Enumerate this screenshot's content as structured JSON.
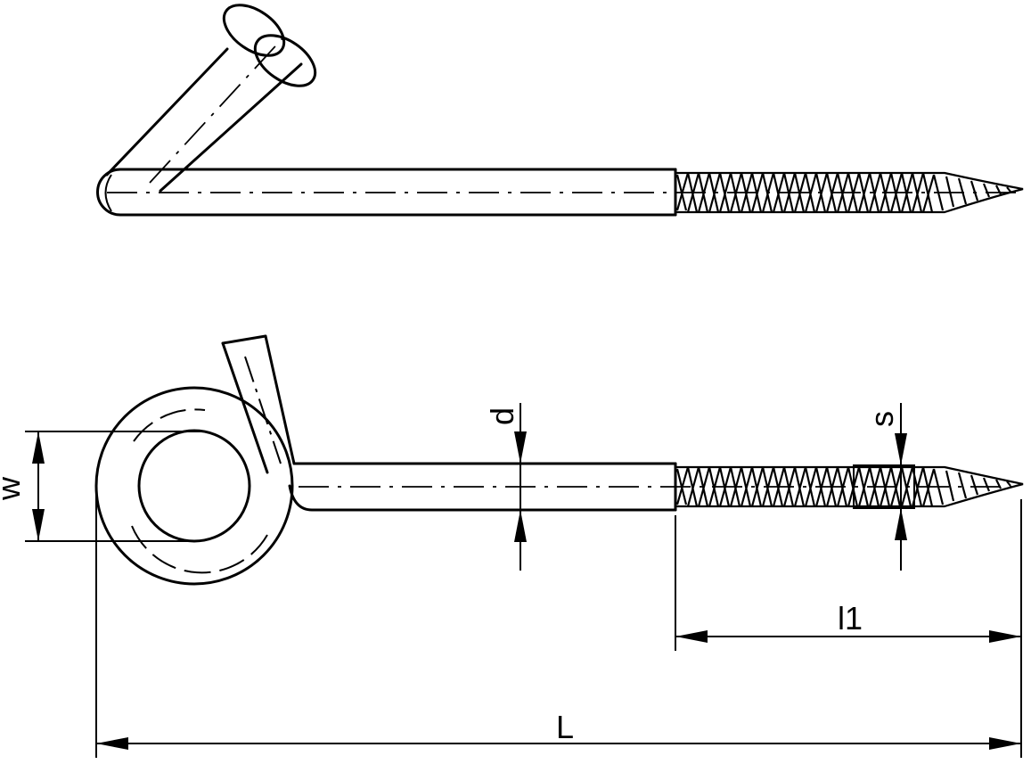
{
  "labels": {
    "w": "w",
    "d": "d",
    "s": "s",
    "l1": "l1",
    "L": "L"
  },
  "colors": {
    "line": "#000000",
    "background": "#ffffff"
  }
}
